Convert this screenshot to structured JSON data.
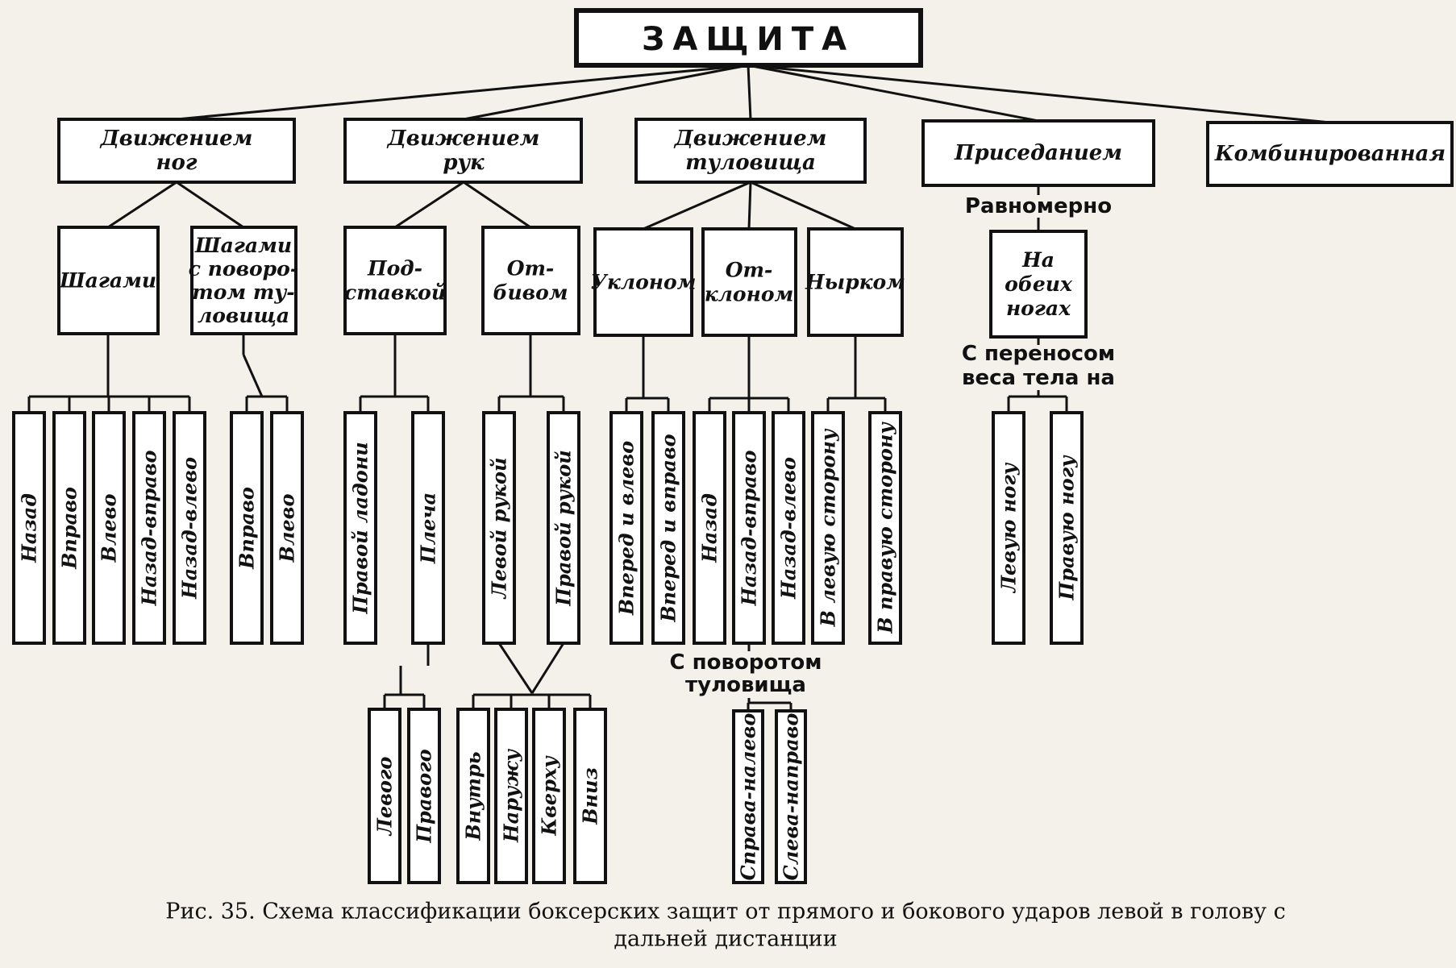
{
  "title": "ЗАЩИТА",
  "categories": [
    {
      "lines": [
        "Движением",
        "ног"
      ]
    },
    {
      "lines": [
        "Движением",
        "рук"
      ]
    },
    {
      "lines": [
        "Движением",
        "туловища"
      ]
    },
    {
      "lines": [
        "Приседанием"
      ]
    },
    {
      "lines": [
        "Комбинированная"
      ]
    }
  ],
  "subcategories": [
    {
      "lines": [
        "Шагами"
      ]
    },
    {
      "lines": [
        "Шагами",
        "с поворо-",
        "том ту-",
        "ловища"
      ]
    },
    {
      "lines": [
        "Под-",
        "ставкой"
      ]
    },
    {
      "lines": [
        "От-",
        "бивом"
      ]
    },
    {
      "lines": [
        "Уклоном"
      ]
    },
    {
      "lines": [
        "От-",
        "клоном"
      ]
    },
    {
      "lines": [
        "Нырком"
      ]
    },
    {
      "lines": [
        "На",
        "обеих",
        "ногах"
      ]
    }
  ],
  "leaves": {
    "steps": [
      "Назад",
      "Вправо",
      "Влево",
      "Назад-вправо",
      "Назад-влево"
    ],
    "steps_turn": [
      "Вправо",
      "Влево"
    ],
    "substitution": [
      "Правой ладони",
      "Плеча"
    ],
    "shoulder": [
      "Левого",
      "Правого"
    ],
    "parry": [
      "Левой рукой",
      "Правой рукой"
    ],
    "parry_dir": [
      "Внутрь",
      "Наружу",
      "Кверху",
      "Вниз"
    ],
    "slip": [
      "Вперед и влево",
      "Вперед и вправо"
    ],
    "lean": [
      "Назад",
      "Назад-вправо",
      "Назад-влево"
    ],
    "lean_turn": [
      "Справа-налево",
      "Слева-направо"
    ],
    "duck": [
      "В левую сторону",
      "В правую сторону"
    ],
    "weight": [
      "Левую ногу",
      "Правую ногу"
    ]
  },
  "notes": {
    "evenly": "Равномерно",
    "weight_transfer": [
      "С переносом",
      "веса тела на"
    ],
    "with_turn": [
      "С поворотом",
      "туловища"
    ]
  },
  "caption": [
    "Рис. 35. Схема классификации боксерских защит от прямого и бокового ударов левой в голову с",
    "дальней дистанции"
  ]
}
